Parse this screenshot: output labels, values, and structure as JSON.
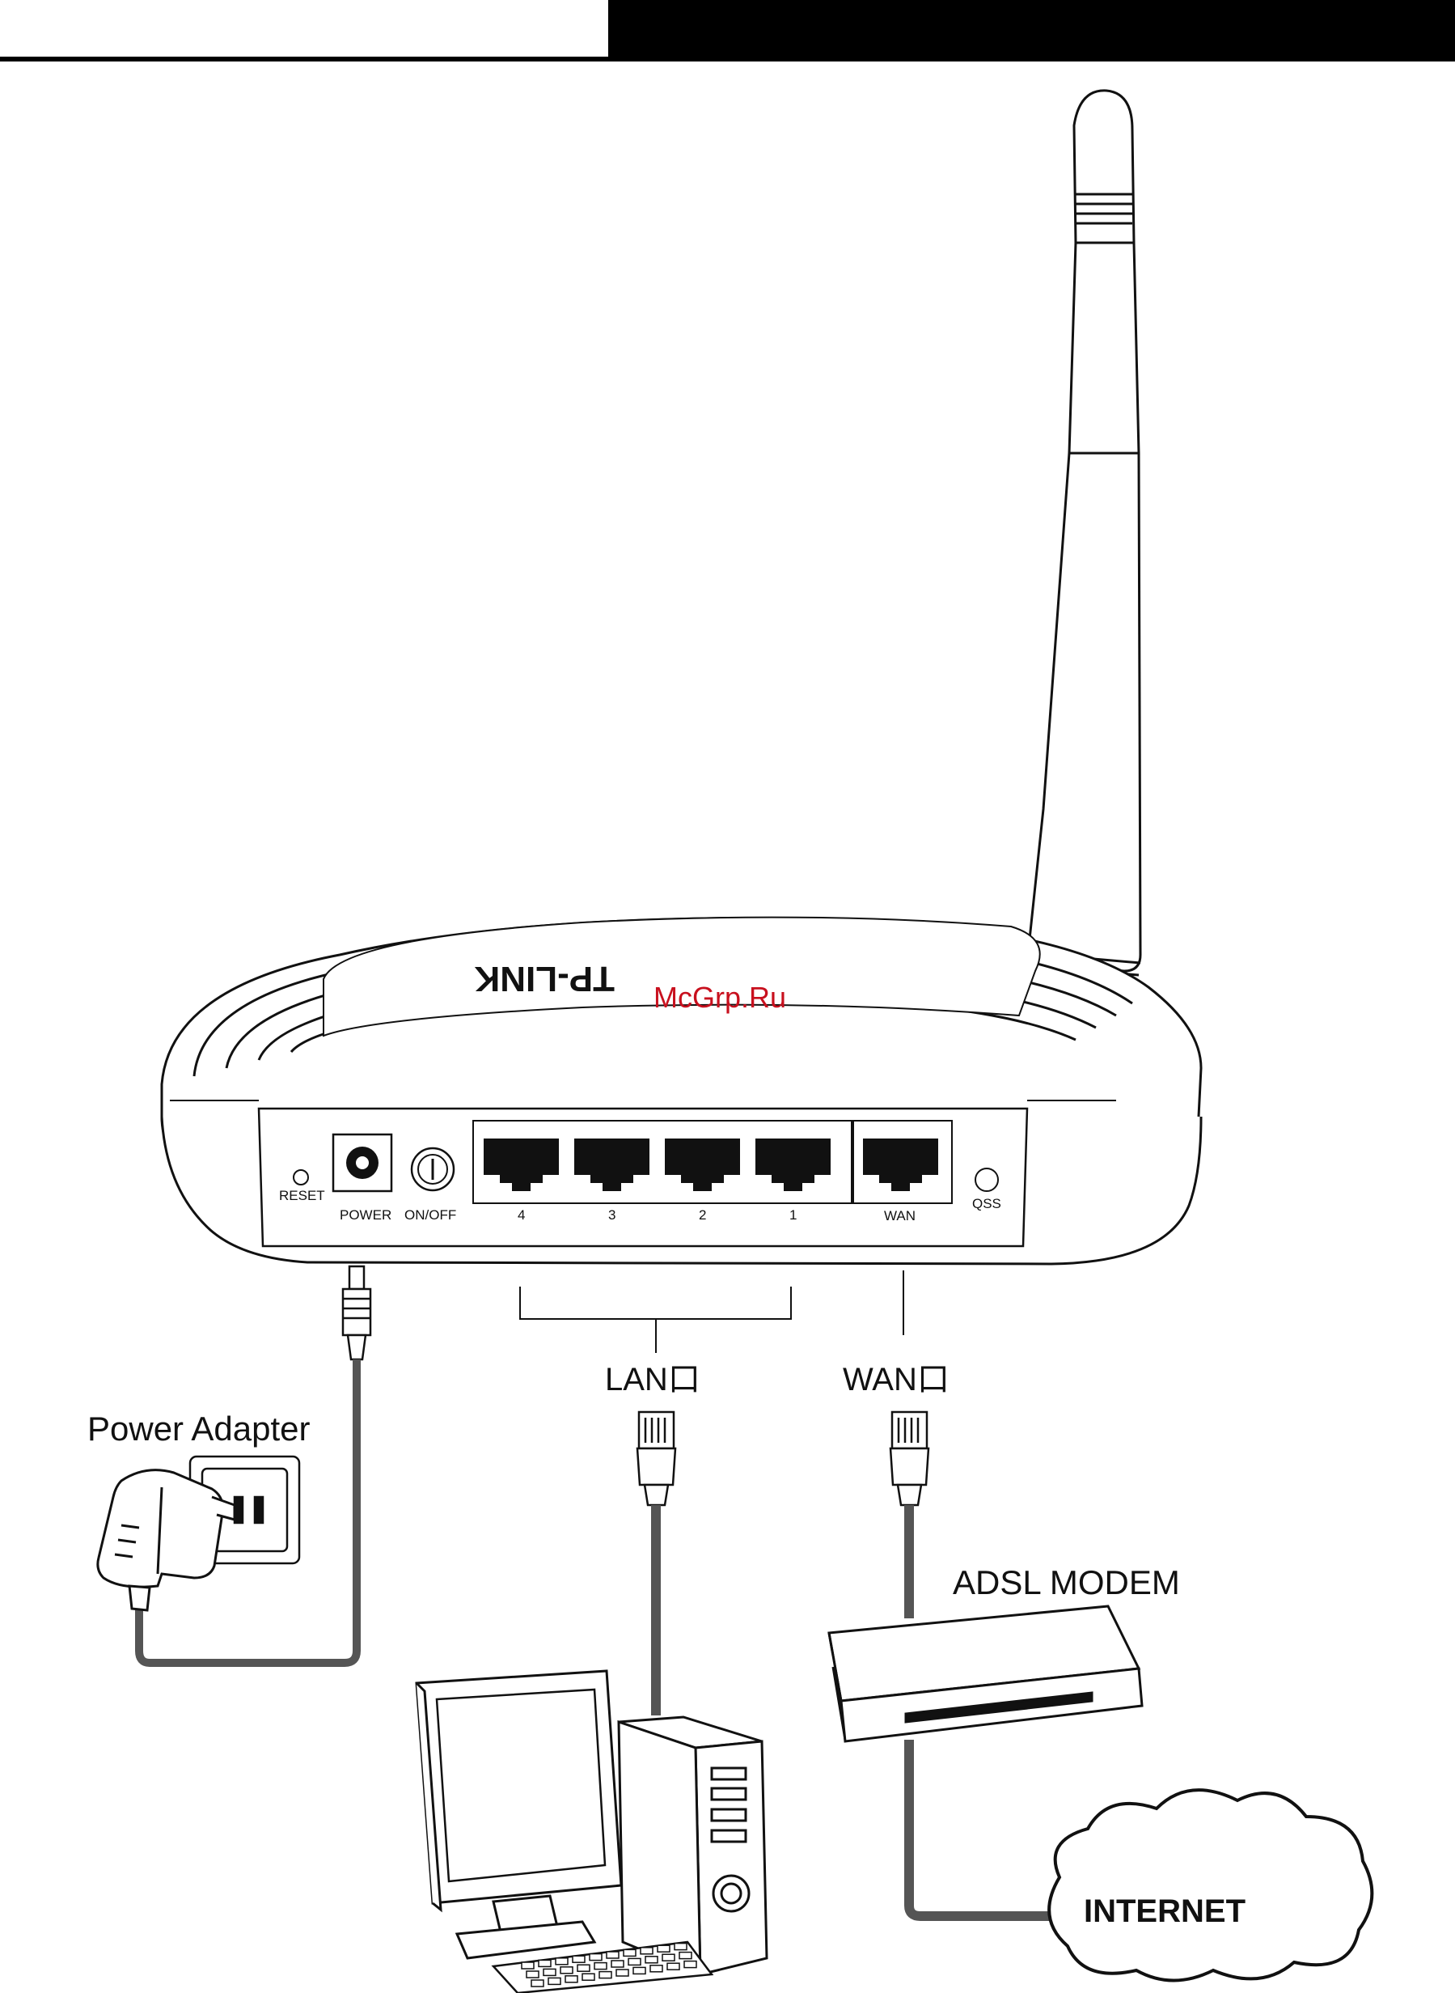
{
  "labels": {
    "watermark": "McGrp.Ru",
    "power_adapter": "Power Adapter",
    "lan": "LAN口",
    "wan": "WAN口",
    "adsl_modem": "ADSL MODEM",
    "pc": "PC",
    "internet": "INTERNET",
    "brand": "TP-LINK"
  },
  "router_ports": {
    "reset": "RESET",
    "power": "POWER",
    "on_off": "ON/OFF",
    "lan_ports": [
      "4",
      "3",
      "2",
      "1"
    ],
    "wan": "WAN",
    "qss": "QSS"
  },
  "colors": {
    "watermark": "#c8101e",
    "line": "#111111",
    "cable": "#666666"
  }
}
